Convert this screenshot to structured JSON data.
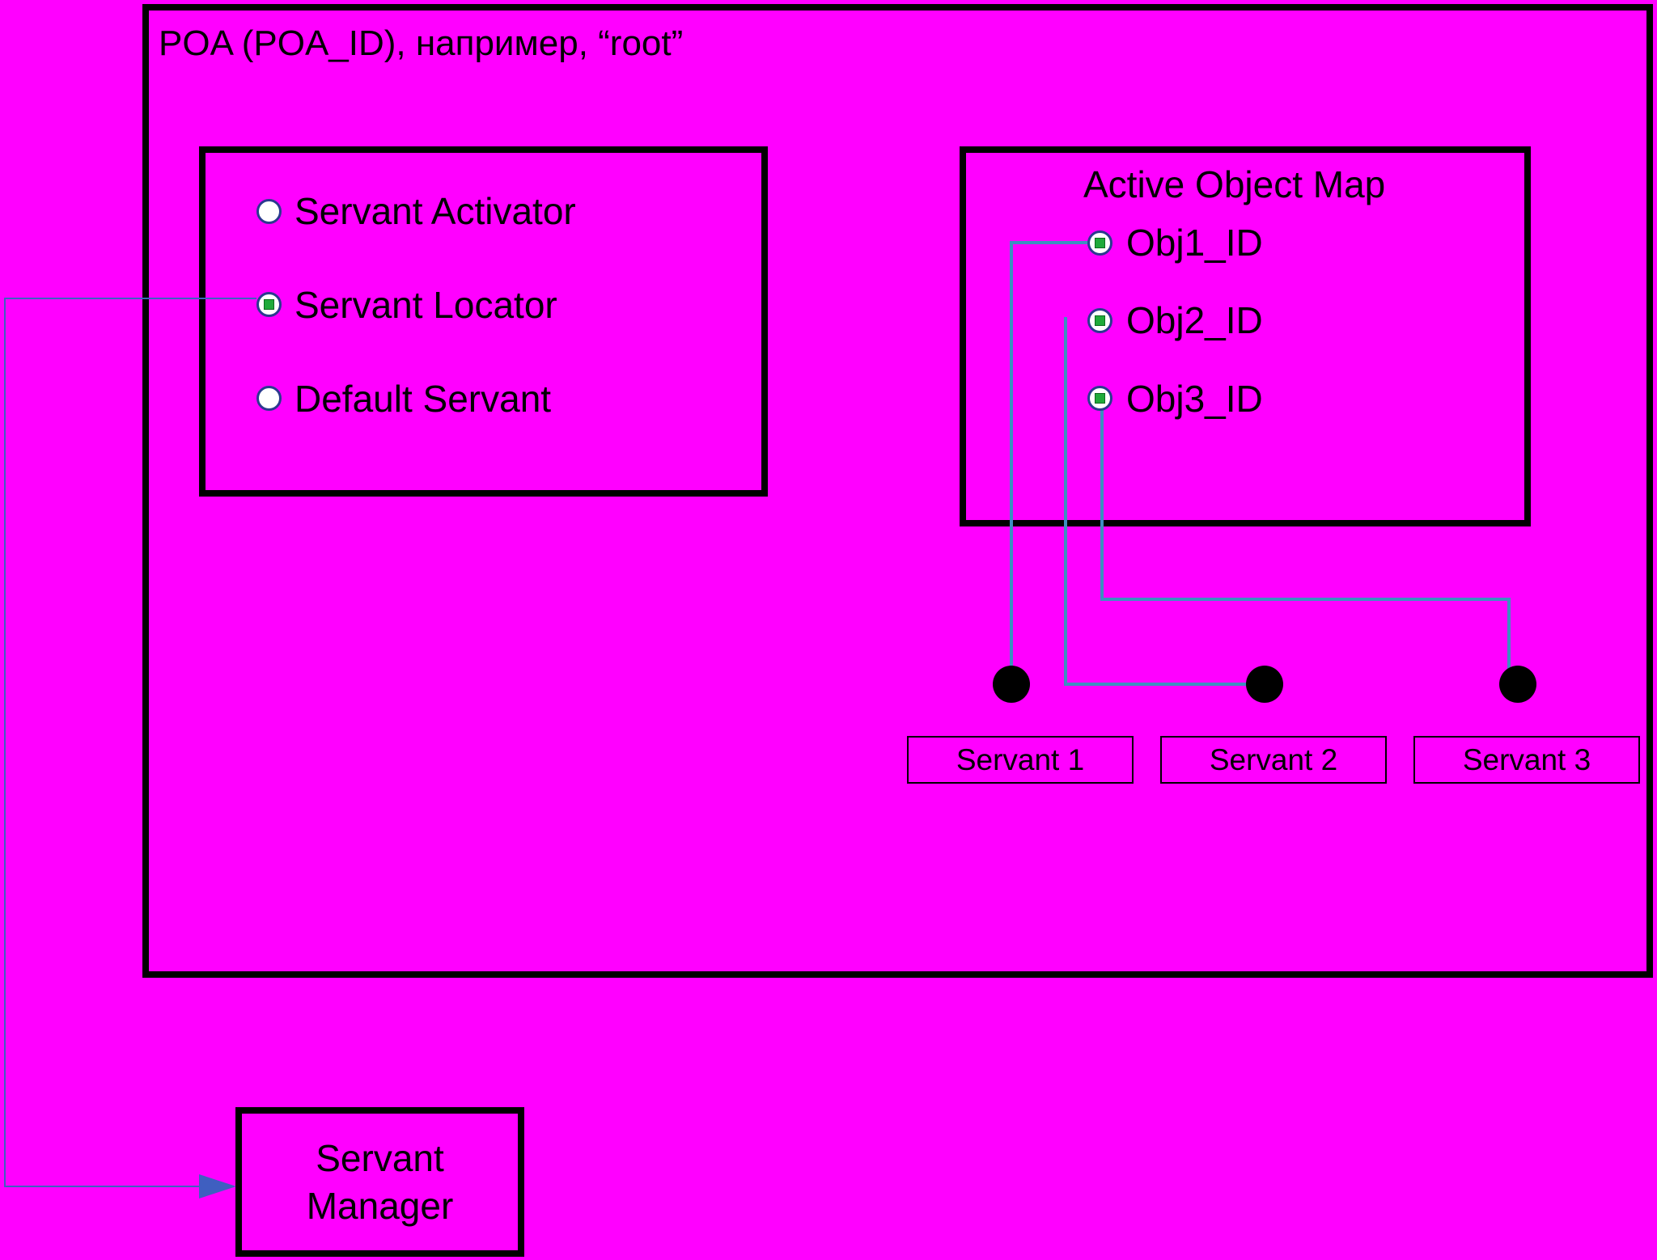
{
  "background": "#ff00ff",
  "poa": {
    "title": "POA (POA_ID), например, “root”"
  },
  "policies": {
    "items": [
      {
        "label": "Servant Activator",
        "selected": false
      },
      {
        "label": "Servant Locator",
        "selected": true
      },
      {
        "label": "Default Servant",
        "selected": false
      }
    ]
  },
  "object_map": {
    "title": "Active Object Map",
    "items": [
      {
        "label": "Obj1_ID",
        "selected": true
      },
      {
        "label": "Obj2_ID",
        "selected": true
      },
      {
        "label": "Obj3_ID",
        "selected": true
      }
    ]
  },
  "servants": [
    {
      "label": "Servant 1"
    },
    {
      "label": "Servant 2"
    },
    {
      "label": "Servant 3"
    }
  ],
  "manager": {
    "line1": "Servant",
    "line2": "Manager"
  },
  "colors": {
    "connector": "#3d8fc0",
    "arrow": "#3f5fc0",
    "radio_border": "#2b3a8f",
    "radio_dot": "#1faa3a"
  }
}
